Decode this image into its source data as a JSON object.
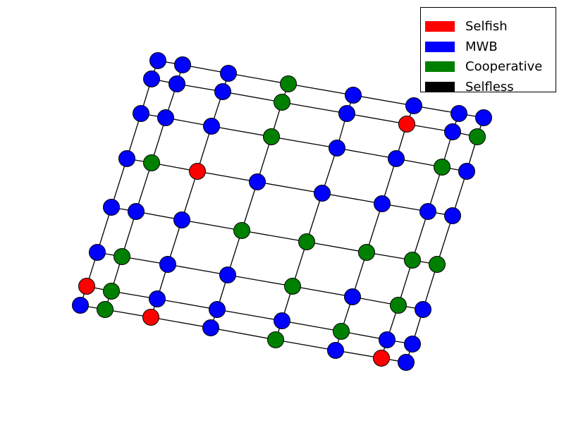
{
  "legend": {
    "placement": "top-right",
    "items": [
      {
        "label": "Selfish",
        "color": "#ff0000",
        "key": "S"
      },
      {
        "label": "MWB",
        "color": "#0000ff",
        "key": "M"
      },
      {
        "label": "Cooperative",
        "color": "#008000",
        "key": "C"
      },
      {
        "label": "Selfless",
        "color": "#000000",
        "key": "L"
      }
    ]
  },
  "graph": {
    "type": "grid-network",
    "rows": 8,
    "cols": 8,
    "node_types": [
      [
        "M",
        "M",
        "M",
        "C",
        "M",
        "M",
        "M",
        "M"
      ],
      [
        "M",
        "M",
        "M",
        "C",
        "M",
        "S",
        "M",
        "C"
      ],
      [
        "M",
        "M",
        "M",
        "C",
        "M",
        "M",
        "C",
        "M"
      ],
      [
        "M",
        "C",
        "S",
        "M",
        "M",
        "M",
        "M",
        "M"
      ],
      [
        "M",
        "M",
        "M",
        "C",
        "C",
        "C",
        "C",
        "C"
      ],
      [
        "M",
        "C",
        "M",
        "M",
        "C",
        "M",
        "C",
        "M"
      ],
      [
        "S",
        "C",
        "M",
        "M",
        "M",
        "C",
        "M",
        "M"
      ],
      [
        "M",
        "C",
        "S",
        "M",
        "C",
        "M",
        "S",
        "M"
      ]
    ],
    "edge_color": "#000000",
    "node_outline": "#000000"
  }
}
